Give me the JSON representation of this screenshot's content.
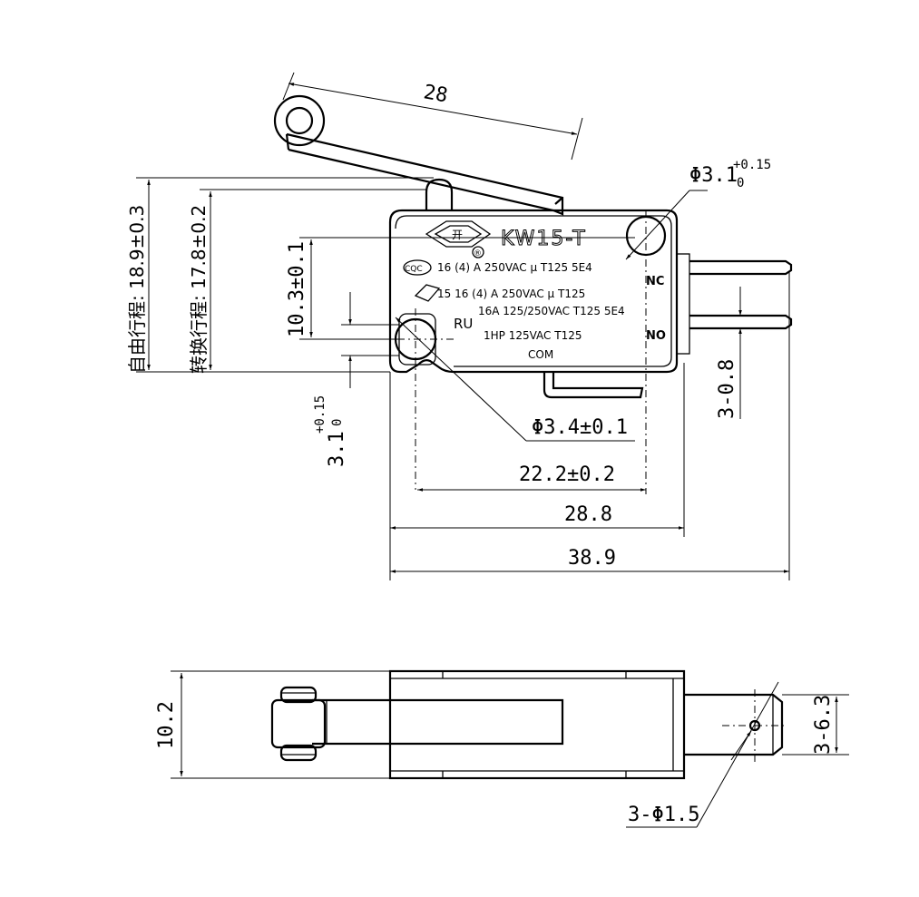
{
  "drawing": {
    "model_name": "KW15-T",
    "registered_mark": "®",
    "rating_lines": [
      "16 (4) A  250VAC  μ  T125  5E4",
      "15  16 (4) A  250VAC  μ  T125",
      "16A 125/250VAC T125 5E4",
      "1HP 125VAC  T125",
      "COM"
    ],
    "cqc_label": "CQC",
    "ul_label": "RU",
    "terminals": {
      "nc": "NC",
      "no": "NO"
    },
    "dimensions": {
      "lever_length": "28",
      "hole_dia_main": "Φ3.1",
      "hole_dia_main_tol_upper": "+0.15",
      "hole_dia_main_tol_lower": "0",
      "free_travel": "自由行程: 18.9±0.3",
      "switch_travel": "转换行程: 17.8±0.2",
      "hole_height": "10.3±0.1",
      "small_hole_dim": "3.1",
      "small_hole_tol_upper": "+0.15",
      "small_hole_tol_lower": "0",
      "terminal_pitch": "3-0.8",
      "mount_hole_dia": "Φ3.4±0.1",
      "hole_spacing": "22.2±0.2",
      "body_length": "28.8",
      "overall_length": "38.9",
      "thickness": "10.2",
      "terminal_width": "3-6.3",
      "terminal_hole_dia": "3-Φ1.5"
    }
  }
}
